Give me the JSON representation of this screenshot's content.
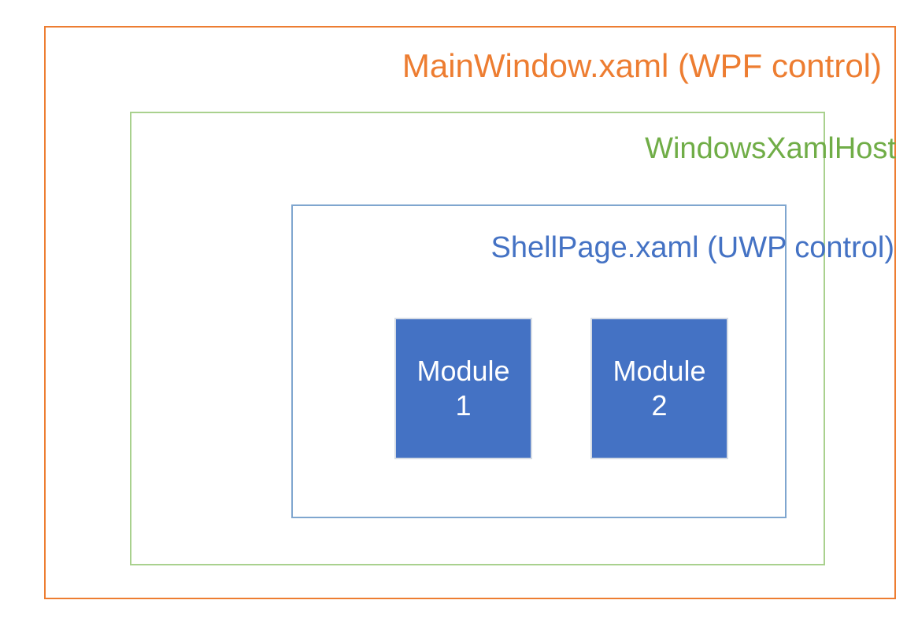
{
  "diagram": {
    "type": "nested-architecture-layers",
    "layers": [
      {
        "id": "wpf-window",
        "label": "MainWindow.xaml (WPF control)",
        "color": "#ED7D31",
        "border_color": "#ED7D31"
      },
      {
        "id": "windows-xaml-host",
        "label": "WindowsXamlHost",
        "color": "#70AD47",
        "border_color": "#A9D18E"
      },
      {
        "id": "uwp-shell-page",
        "label": "ShellPage.xaml (UWP control)",
        "color": "#4472C4",
        "border_color": "#7FA6CF"
      }
    ],
    "modules": [
      {
        "id": "module-1",
        "line1": "Module",
        "line2": "1",
        "label": "Module\n1",
        "fill": "#4472C4",
        "text_color": "#FFFFFF",
        "border_color": "#D6DCE5"
      },
      {
        "id": "module-2",
        "line1": "Module",
        "line2": "2",
        "label": "Module\n2",
        "fill": "#4472C4",
        "text_color": "#FFFFFF",
        "border_color": "#D6DCE5"
      }
    ],
    "background": "#FFFFFF"
  }
}
